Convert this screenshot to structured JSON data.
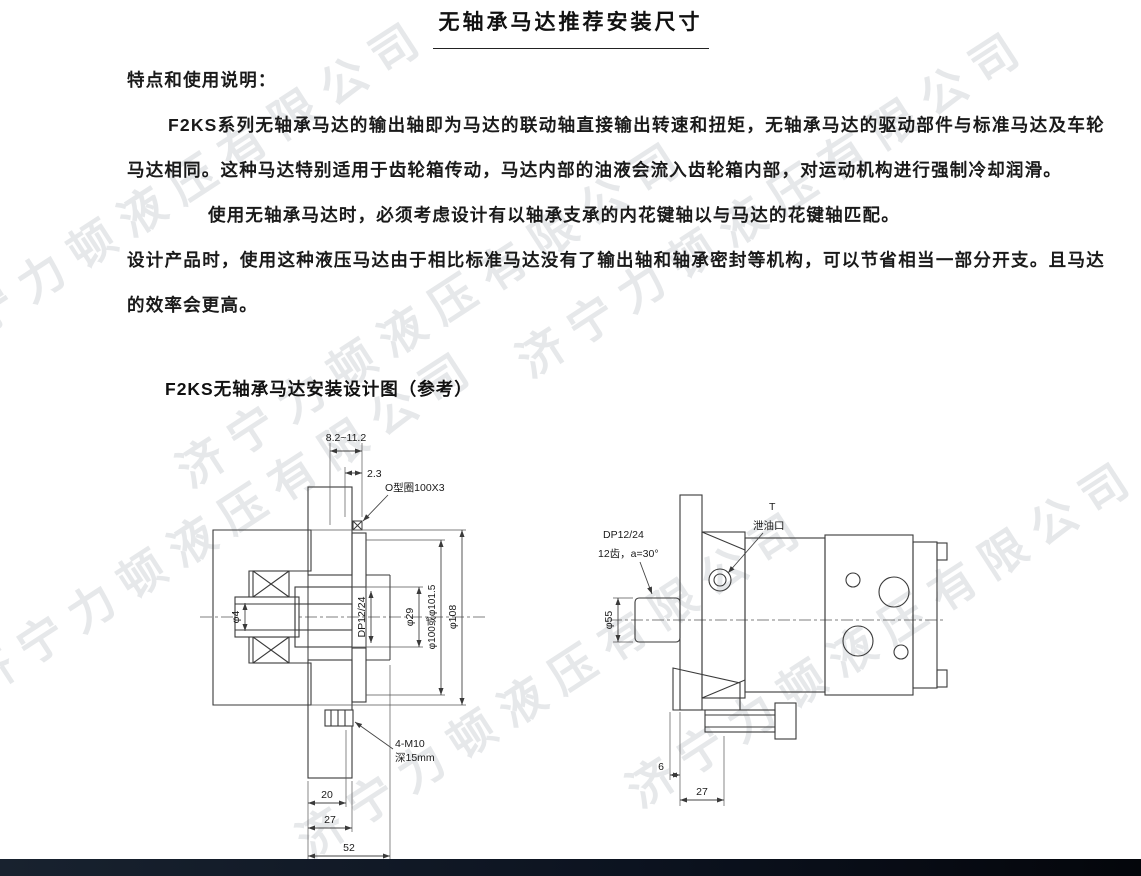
{
  "title": "无轴承马达推荐安装尺寸",
  "sections": {
    "features_heading": "特点和使用说明：",
    "para1": "F2KS系列无轴承马达的输出轴即为马达的联动轴直接输出转速和扭矩，无轴承马达的驱动部件与标准马达及车轮马达相同。这种马达特别适用于齿轮箱传动，马达内部的油液会流入齿轮箱内部，对运动机构进行强制冷却润滑。",
    "para2": "使用无轴承马达时，必须考虑设计有以轴承支承的内花键轴以与马达的花键轴匹配。",
    "para3": "设计产品时，使用这种液压马达由于相比标准马达没有了输出轴和轴承密封等机构，可以节省相当一部分开支。且马达的效率会更高。",
    "figure_label": "F2KS无轴承马达安装设计图（参考）"
  },
  "watermark": {
    "text": "济宁力顿液压有限公司"
  },
  "left_drawing": {
    "dims": {
      "d1": "8.2~11.2",
      "d2": "2.3",
      "oring": "O型圈100X3",
      "phi4": "φ4",
      "dp": "DP12/24",
      "phi29": "φ29",
      "phi100": "φ100或φ101.5",
      "phi108": "φ108",
      "m10_line1": "4-M10",
      "m10_line2": "深15mm",
      "d20": "20",
      "d27": "27",
      "d52": "52"
    }
  },
  "right_drawing": {
    "dims": {
      "t_port": "T",
      "drain": "泄油口",
      "dp_line1": "DP12/24",
      "dp_line2": "12齿，a=30°",
      "phi55": "φ55",
      "d6": "6",
      "d27": "27"
    }
  }
}
